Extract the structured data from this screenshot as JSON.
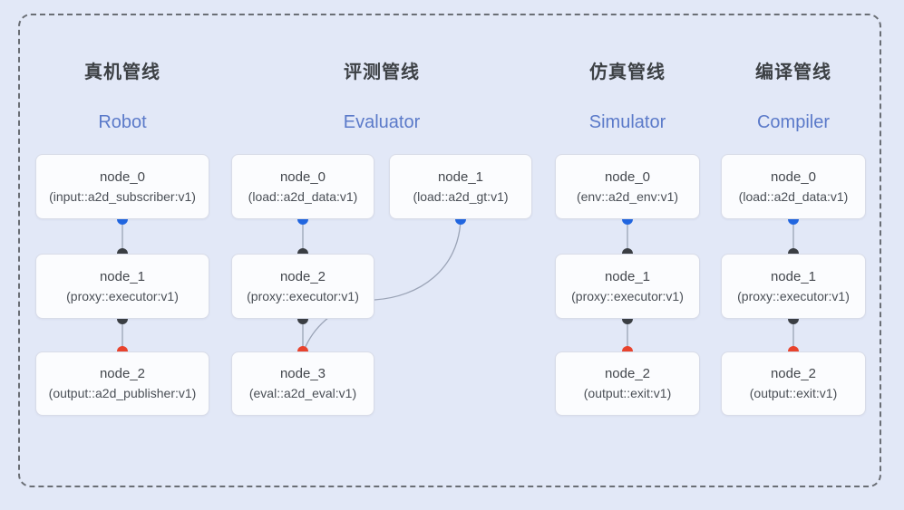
{
  "colors": {
    "bg": "#e2e8f7",
    "frame": "#6a6e75",
    "title-zh": "#3d4145",
    "title-en": "#5b7ac9",
    "node-fill": "#fbfcfe",
    "node-border": "#d8dce8",
    "node-text": "#43474d",
    "node-subtext": "#4a4f56",
    "edge": "#9aa3b6",
    "dot-blue": "#2166e0",
    "dot-dark": "#3a3e43",
    "dot-red": "#e8432d"
  },
  "pipelines": [
    {
      "title_zh": "真机管线",
      "title_en": "Robot",
      "nodes": [
        {
          "name": "node_0",
          "type": "(input::a2d_subscriber:v1)"
        },
        {
          "name": "node_1",
          "type": "(proxy::executor:v1)"
        },
        {
          "name": "node_2",
          "type": "(output::a2d_publisher:v1)"
        }
      ]
    },
    {
      "title_zh": "评测管线",
      "title_en": "Evaluator",
      "nodes": [
        {
          "name": "node_0",
          "type": "(load::a2d_data:v1)"
        },
        {
          "name": "node_1",
          "type": "(load::a2d_gt:v1)"
        },
        {
          "name": "node_2",
          "type": "(proxy::executor:v1)"
        },
        {
          "name": "node_3",
          "type": "(eval::a2d_eval:v1)"
        }
      ]
    },
    {
      "title_zh": "仿真管线",
      "title_en": "Simulator",
      "nodes": [
        {
          "name": "node_0",
          "type": "(env::a2d_env:v1)"
        },
        {
          "name": "node_1",
          "type": "(proxy::executor:v1)"
        },
        {
          "name": "node_2",
          "type": "(output::exit:v1)"
        }
      ]
    },
    {
      "title_zh": "编译管线",
      "title_en": "Compiler",
      "nodes": [
        {
          "name": "node_0",
          "type": "(load::a2d_data:v1)"
        },
        {
          "name": "node_1",
          "type": "(proxy::executor:v1)"
        },
        {
          "name": "node_2",
          "type": "(output::exit:v1)"
        }
      ]
    }
  ]
}
